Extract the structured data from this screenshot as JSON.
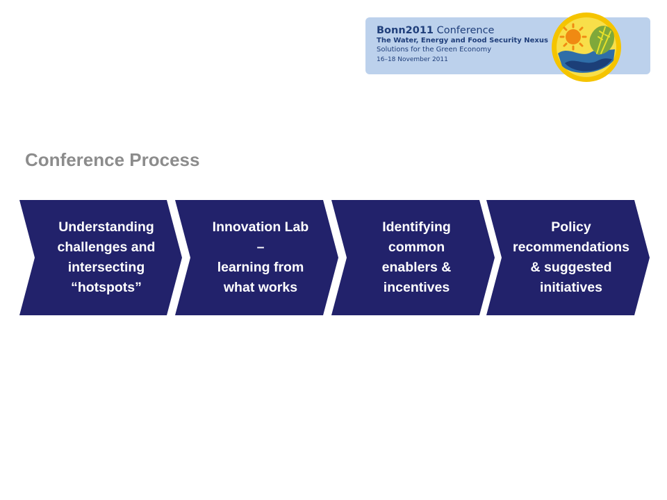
{
  "banner": {
    "title_main": "Bonn2011",
    "title_rest": " Conference",
    "subtitle": "The Water, Energy and Food Security Nexus",
    "tagline": "Solutions for the Green Economy",
    "dates": "16–18 November 2011"
  },
  "page_title": "Conference Process",
  "colors": {
    "chevron": "#22226b",
    "title_gray": "#8c8c8c",
    "banner_bg": "#bcd1ec",
    "banner_text": "#1f3e7a"
  },
  "steps": [
    {
      "label": "Understanding\nchallenges and\nintersecting\n“hotspots”"
    },
    {
      "label": "Innovation Lab\n–\nlearning from\nwhat works"
    },
    {
      "label": "Identifying\ncommon\nenablers &\nincentives"
    },
    {
      "label": "Policy\nrecommendations\n& suggested\ninitiatives"
    }
  ]
}
